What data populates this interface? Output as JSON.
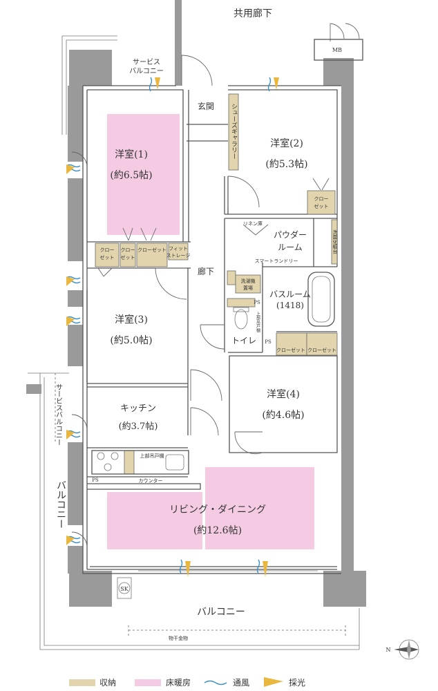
{
  "labels": {
    "common_corridor": "共用廊下",
    "mb": "MB",
    "service_balcony_top_1": "サービス",
    "service_balcony_top_2": "バルコニー",
    "entrance": "玄関",
    "shoes_gallery": "シューズギャラリー",
    "room1_name": "洋室(1)",
    "room1_size": "(約6.5帖)",
    "room2_name": "洋室(2)",
    "room2_size": "(約5.3帖)",
    "closet": "クロー",
    "closet2": "ゼット",
    "closet_h": "クローゼット",
    "fit_storage_1": "フィット",
    "fit_storage_2": "ストレージ",
    "linen": "リネン庫",
    "powder_1": "パウダー",
    "powder_2": "ルーム",
    "smart_laundry": "スマートランドリー",
    "washer_1": "洗濯機",
    "washer_2": "置場",
    "washbasin": "洗面化粧台",
    "hallway": "廊下",
    "ps": "PS",
    "upper_cabinet": "上部吊戸棚",
    "bath_name": "バスルーム",
    "bath_size": "(1418)",
    "toilet": "トイレ",
    "room3_name": "洋室(3)",
    "room3_size": "(約5.0帖)",
    "room4_name": "洋室(4)",
    "room4_size": "(約4.6帖)",
    "kitchen_name": "キッチン",
    "kitchen_size": "(約3.7帖)",
    "counter": "カウンター",
    "service_balcony_side": "サービスバルコニー",
    "balcony_side": "バルコニー",
    "living_name": "リビング・ダイニング",
    "living_size": "(約12.6帖)",
    "sk": "SK",
    "balcony_bottom": "バルコニー",
    "drying_rack": "物干金物",
    "north": "N"
  },
  "legend": {
    "storage": "収納",
    "floor_heating": "床暖房",
    "ventilation": "通風",
    "daylight": "採光"
  },
  "colors": {
    "storage": "#e2d5ae",
    "floor_heating": "#f4cbe3",
    "ventilation": "#3a8fc4",
    "daylight": "#e9b73d",
    "wall": "#9a9a9a"
  }
}
